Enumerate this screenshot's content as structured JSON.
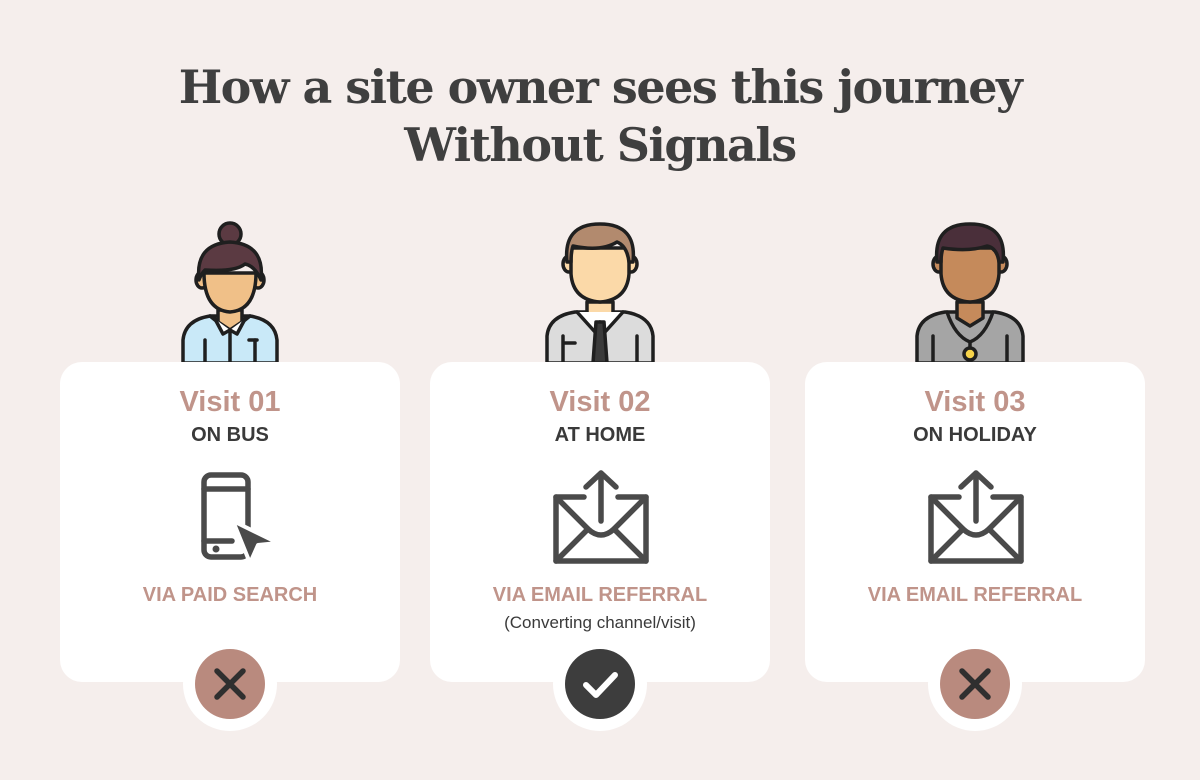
{
  "title": {
    "line1": "How a site owner sees this journey",
    "line2": "Without Signals"
  },
  "colors": {
    "accent": "#c0948a",
    "dark": "#3f3f3f",
    "background": "#f5eeec",
    "cross_badge": "#b98a7e",
    "check_badge": "#3d3d3d"
  },
  "visits": [
    {
      "visit_label": "Visit 01",
      "location": "ON BUS",
      "device_icon": "smartphone-tap-icon",
      "channel": "VIA PAID SEARCH",
      "note": "",
      "status_icon": "cross-icon"
    },
    {
      "visit_label": "Visit 02",
      "location": "AT HOME",
      "device_icon": "email-send-icon",
      "channel": "VIA EMAIL REFERRAL",
      "note": "(Converting channel/visit)",
      "status_icon": "check-icon"
    },
    {
      "visit_label": "Visit 03",
      "location": "ON HOLIDAY",
      "device_icon": "email-send-icon",
      "channel": "VIA EMAIL REFERRAL",
      "note": "",
      "status_icon": "cross-icon"
    }
  ]
}
